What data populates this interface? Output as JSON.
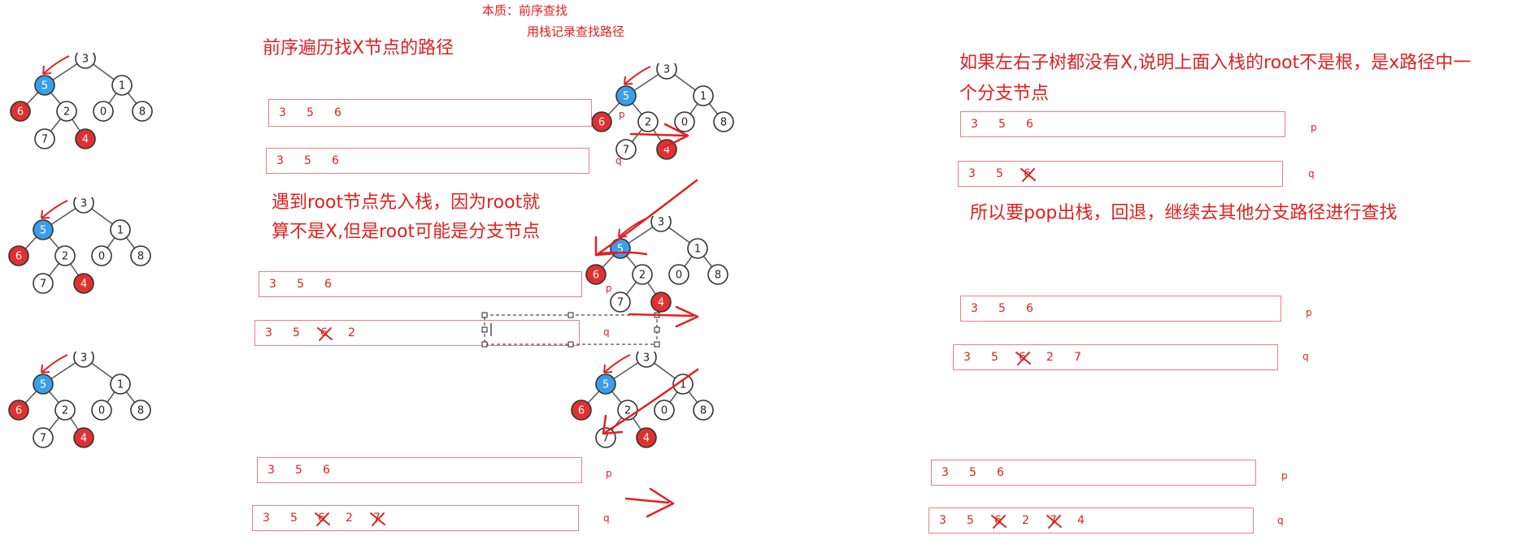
{
  "notes": {
    "essence_line1": "本质：前序查找",
    "essence_line2": "用栈记录查找路径",
    "title": "前序遍历找X节点的路径",
    "enter_root_line1": "遇到root节点先入栈，因为root就",
    "enter_root_line2": "算不是X,但是root可能是分支节点",
    "no_x_line1": "如果左右子树都没有X,说明上面入栈的root不是根，是x路径中一",
    "no_x_line2": "个分支节点",
    "pop_note": "所以要pop出栈，回退，继续去其他分支路径进行查找"
  },
  "tree_labels": [
    "3",
    "5",
    "1",
    "6",
    "2",
    "0",
    "8",
    "7",
    "4"
  ],
  "stack_labels": {
    "p": "p",
    "q": "q"
  },
  "stacks": [
    {
      "id": "r1-left-p",
      "values": [
        "3",
        "5",
        "6"
      ],
      "popped": []
    },
    {
      "id": "r1-left-q",
      "values": [
        "3",
        "5",
        "6"
      ],
      "popped": []
    },
    {
      "id": "r1-right-p",
      "values": [
        "3",
        "5",
        "6"
      ],
      "popped": []
    },
    {
      "id": "r1-right-q",
      "values": [
        "3",
        "5",
        "6"
      ],
      "popped": [
        "6"
      ]
    },
    {
      "id": "r2-left-p",
      "values": [
        "3",
        "5",
        "6"
      ],
      "popped": []
    },
    {
      "id": "r2-left-q",
      "values": [
        "3",
        "5",
        "6",
        "2"
      ],
      "popped": [
        "6"
      ]
    },
    {
      "id": "r2-right-p",
      "values": [
        "3",
        "5",
        "6"
      ],
      "popped": []
    },
    {
      "id": "r2-right-q",
      "values": [
        "3",
        "5",
        "6",
        "2",
        "7"
      ],
      "popped": [
        "6"
      ]
    },
    {
      "id": "r3-left-p",
      "values": [
        "3",
        "5",
        "6"
      ],
      "popped": []
    },
    {
      "id": "r3-left-q",
      "values": [
        "3",
        "5",
        "6",
        "2",
        "7"
      ],
      "popped": [
        "6",
        "7"
      ]
    },
    {
      "id": "r3-right-p",
      "values": [
        "3",
        "5",
        "6"
      ],
      "popped": []
    },
    {
      "id": "r3-right-q",
      "values": [
        "3",
        "5",
        "6",
        "2",
        "7",
        "4"
      ],
      "popped": [
        "6",
        "7"
      ]
    }
  ],
  "colors": {
    "annotation": "#e02020",
    "node_blue": "#3a9ee8",
    "node_red": "#e03030",
    "stack_border": "#e88080"
  }
}
